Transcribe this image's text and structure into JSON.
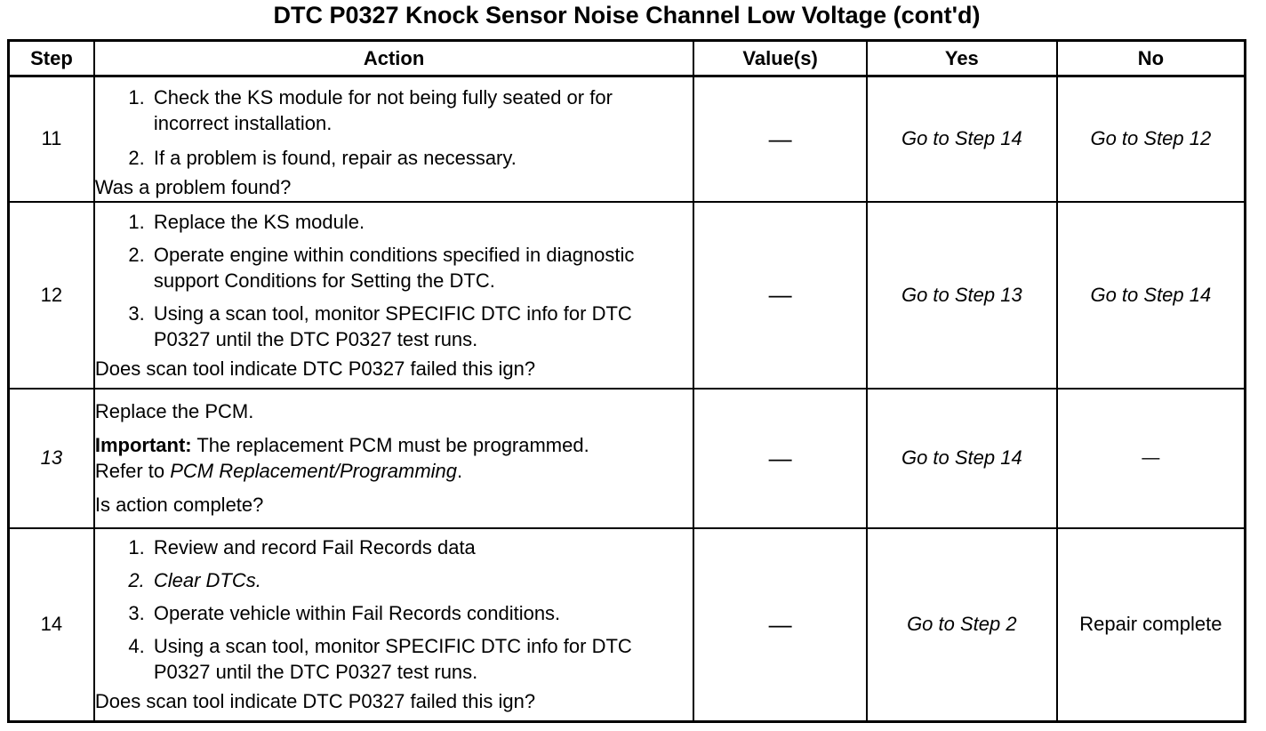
{
  "title": "DTC P0327 Knock Sensor Noise Channel Low Voltage (cont'd)",
  "headers": {
    "step": "Step",
    "action": "Action",
    "values": "Value(s)",
    "yes": "Yes",
    "no": "No"
  },
  "rows": [
    {
      "step": "11",
      "items": [
        "Check the KS module for not being fully seated or for incorrect installation.",
        "If a problem is found, repair as necessary."
      ],
      "question": "Was a problem found?",
      "value": "—",
      "yes": "Go to Step 14",
      "no": "Go to Step 12"
    },
    {
      "step": "12",
      "items": [
        "Replace the KS module.",
        "Operate engine within conditions specified in diagnostic support Conditions for Setting the DTC.",
        "Using a scan tool, monitor SPECIFIC DTC info for DTC P0327 until the DTC P0327 test runs."
      ],
      "question": "Does scan tool indicate DTC P0327 failed this ign?",
      "value": "—",
      "yes": "Go to Step 13",
      "no": "Go to Step 14"
    },
    {
      "step": "13",
      "line1": "Replace the PCM.",
      "important_label": "Important:",
      "important_text": " The replacement PCM must be programmed.",
      "refer_prefix": "Refer to ",
      "refer_link": "PCM Replacement/Programming",
      "refer_suffix": ".",
      "question": "Is action complete?",
      "value": "—",
      "yes": "Go to Step 14",
      "no": "—"
    },
    {
      "step": "14",
      "items": [
        "Review and record Fail Records data",
        "Clear DTCs.",
        "Operate vehicle within Fail Records conditions.",
        "Using a scan tool, monitor SPECIFIC DTC info for DTC P0327 until the DTC P0327 test runs."
      ],
      "question": "Does scan tool indicate DTC P0327 failed this ign?",
      "value": "—",
      "yes": "Go to Step 2",
      "no": "Repair complete"
    }
  ]
}
